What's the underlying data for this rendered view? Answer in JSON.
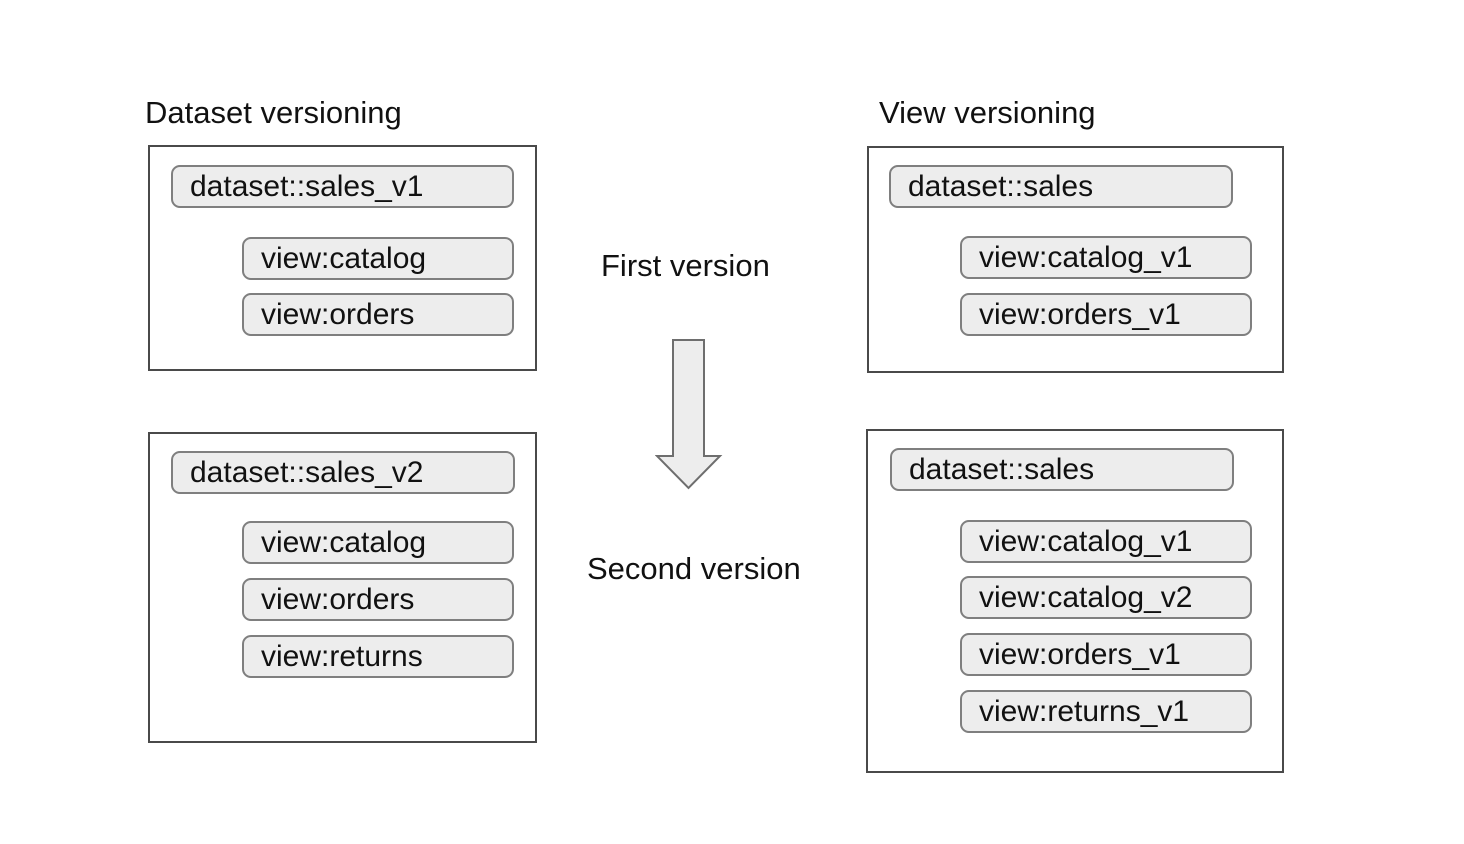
{
  "columns": {
    "left": {
      "title": "Dataset versioning",
      "first": {
        "dataset": "dataset::sales_v1",
        "views": [
          "view:catalog",
          "view:orders"
        ]
      },
      "second": {
        "dataset": "dataset::sales_v2",
        "views": [
          "view:catalog",
          "view:orders",
          "view:returns"
        ]
      }
    },
    "right": {
      "title": "View versioning",
      "first": {
        "dataset": "dataset::sales",
        "views": [
          "view:catalog_v1",
          "view:orders_v1"
        ]
      },
      "second": {
        "dataset": "dataset::sales",
        "views": [
          "view:catalog_v1",
          "view:catalog_v2",
          "view:orders_v1",
          "view:returns_v1"
        ]
      }
    }
  },
  "center": {
    "first_label": "First version",
    "second_label": "Second version",
    "arrow_icon": "down-block-arrow"
  },
  "colors": {
    "pill_fill": "#ededed",
    "pill_border": "#7f7f7f",
    "box_border": "#4a4a4a",
    "arrow_fill": "#ededed",
    "arrow_stroke": "#6e6e6e",
    "text": "#111111",
    "background": "#ffffff"
  }
}
